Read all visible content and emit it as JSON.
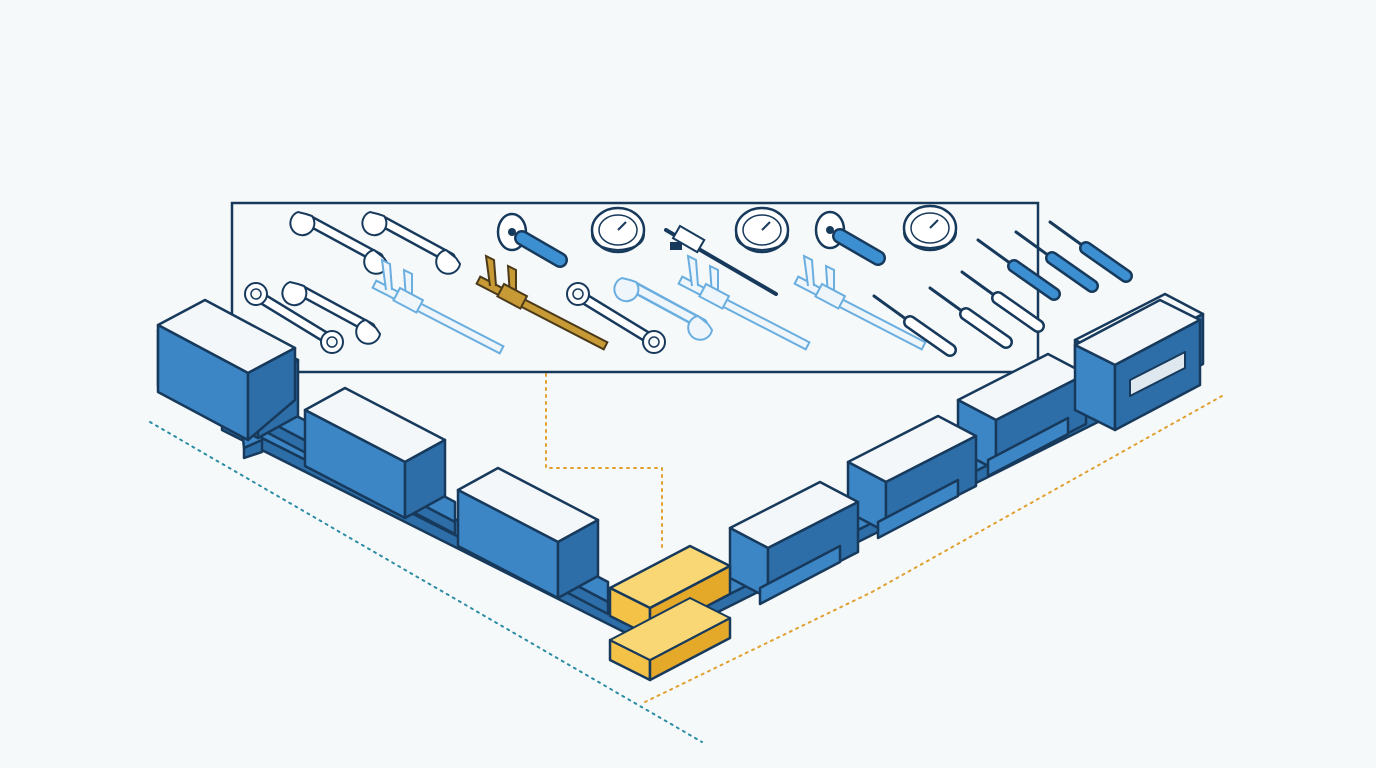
{
  "palette": {
    "background": "#f6f9fa",
    "outline": "#173a5c",
    "chain_blue": "#3d86c6",
    "chain_blue_dark": "#2d6ea8",
    "chain_top": "#f3f7fa",
    "chain_top_shadow": "#dfe8ef",
    "highlight_gold": "#f4c247",
    "highlight_gold_dark": "#e5a92a",
    "tool_light_blue": "#6aaee0",
    "tool_mid_blue": "#3c8fd1",
    "brass": "#c79a35",
    "teal_guide": "#2b8ca3",
    "orange_guide": "#e0a030"
  },
  "diagram": {
    "description_free": true,
    "chain": {
      "left_branch_links": 5,
      "right_branch_links": 6,
      "weak_link": "gold"
    },
    "tool_panel": {
      "tools": [
        {
          "icon": "wrench-icon",
          "tone": "dark"
        },
        {
          "icon": "wrench-icon",
          "tone": "dark"
        },
        {
          "icon": "pressure-gauge-icon",
          "tone": "mid-blue"
        },
        {
          "icon": "dial-gauge-icon",
          "tone": "dark"
        },
        {
          "icon": "torque-tool-icon",
          "tone": "dark"
        },
        {
          "icon": "dial-gauge-icon",
          "tone": "dark"
        },
        {
          "icon": "pressure-gauge-icon",
          "tone": "mid-blue"
        },
        {
          "icon": "dial-gauge-icon",
          "tone": "dark"
        },
        {
          "icon": "screwdriver-icon",
          "tone": "mid-blue"
        },
        {
          "icon": "screwdriver-icon",
          "tone": "mid-blue"
        },
        {
          "icon": "screwdriver-icon",
          "tone": "mid-blue"
        },
        {
          "icon": "ring-spanner-icon",
          "tone": "dark"
        },
        {
          "icon": "wrench-icon",
          "tone": "dark"
        },
        {
          "icon": "caliper-icon",
          "tone": "light-blue"
        },
        {
          "icon": "caliper-icon",
          "tone": "brass"
        },
        {
          "icon": "ring-spanner-icon",
          "tone": "dark"
        },
        {
          "icon": "wrench-icon",
          "tone": "light-blue"
        },
        {
          "icon": "caliper-icon",
          "tone": "light-blue"
        },
        {
          "icon": "caliper-icon",
          "tone": "light-blue"
        },
        {
          "icon": "screwdriver-icon",
          "tone": "dark"
        },
        {
          "icon": "screwdriver-icon",
          "tone": "dark"
        },
        {
          "icon": "screwdriver-icon",
          "tone": "dark"
        }
      ]
    }
  }
}
